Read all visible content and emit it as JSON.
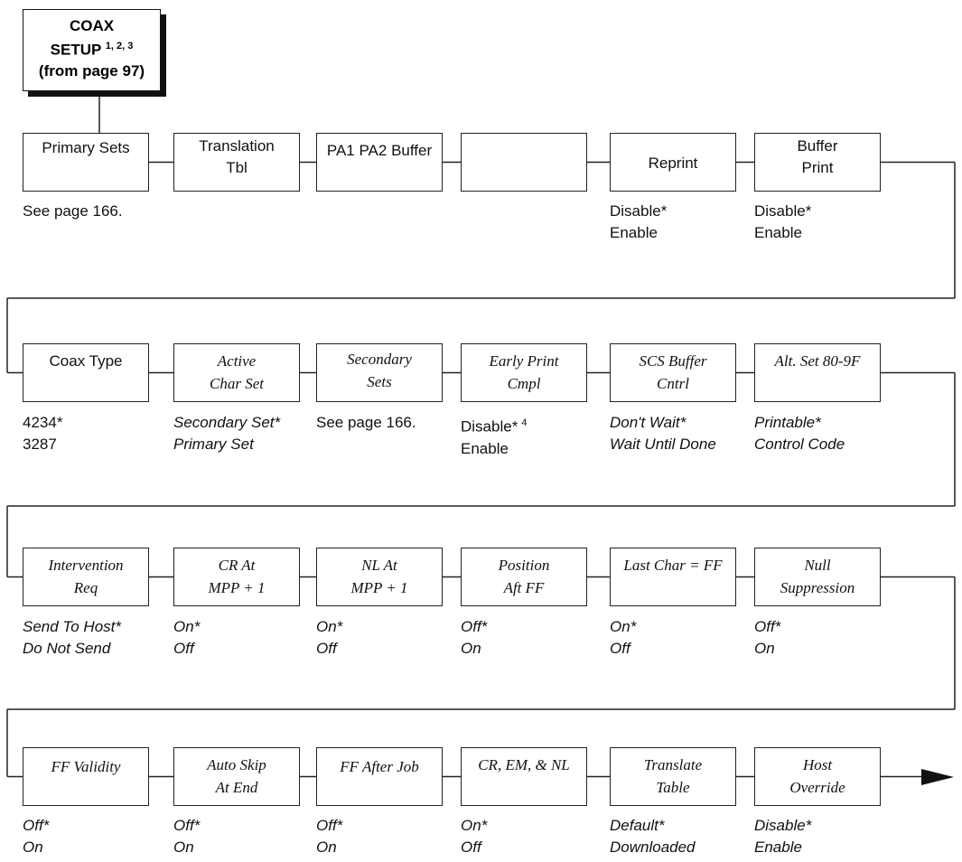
{
  "title": {
    "line1": "COAX",
    "line2": "SETUP",
    "line2_sup": "1, 2, 3",
    "line3": "(from page 97)"
  },
  "rows": [
    {
      "boxes": [
        {
          "label": [
            "Primary Sets"
          ],
          "style": "sans",
          "options": [
            "See page 166."
          ],
          "options_style": "sans"
        },
        {
          "label": [
            "Translation",
            "Tbl"
          ],
          "style": "sans",
          "options": [],
          "options_style": "sans"
        },
        {
          "label": [
            "PA1 PA2 Buffer"
          ],
          "style": "sans",
          "options": [],
          "options_style": "sans"
        },
        {
          "label": [],
          "style": "sans",
          "options": [],
          "options_style": "sans"
        },
        {
          "label": [
            "Reprint"
          ],
          "style": "sans",
          "options": [
            "Disable*",
            "Enable"
          ],
          "options_style": "sans"
        },
        {
          "label": [
            "Buffer",
            "Print"
          ],
          "style": "sans",
          "options": [
            "Disable*",
            "Enable"
          ],
          "options_style": "sans"
        }
      ]
    },
    {
      "boxes": [
        {
          "label": [
            "Coax Type"
          ],
          "style": "sans",
          "options": [
            "4234*",
            "3287"
          ],
          "options_style": "sans"
        },
        {
          "label": [
            "Active",
            "Char Set"
          ],
          "style": "serif",
          "options": [
            "Secondary Set*",
            "Primary Set"
          ],
          "options_style": "italic"
        },
        {
          "label": [
            "Secondary",
            "Sets"
          ],
          "style": "serif",
          "options": [
            "See page 166."
          ],
          "options_style": "sans"
        },
        {
          "label": [
            "Early Print",
            "Cmpl"
          ],
          "style": "serif",
          "options": [
            "Disable*",
            "Enable"
          ],
          "options_style": "sans",
          "options_sup": "4"
        },
        {
          "label": [
            "SCS Buffer",
            "Cntrl"
          ],
          "style": "serif",
          "options": [
            "Don't Wait*",
            "Wait Until Done"
          ],
          "options_style": "italic"
        },
        {
          "label": [
            "Alt. Set 80-9F"
          ],
          "style": "serif",
          "options": [
            "Printable*",
            "Control Code"
          ],
          "options_style": "italic"
        }
      ]
    },
    {
      "boxes": [
        {
          "label": [
            "Intervention",
            "Req"
          ],
          "style": "serif",
          "options": [
            "Send To Host*",
            "Do Not Send"
          ],
          "options_style": "italic"
        },
        {
          "label": [
            "CR At",
            "MPP + 1"
          ],
          "style": "serif",
          "options": [
            "On*",
            "Off"
          ],
          "options_style": "italic"
        },
        {
          "label": [
            "NL At",
            "MPP + 1"
          ],
          "style": "serif",
          "options": [
            "On*",
            "Off"
          ],
          "options_style": "italic"
        },
        {
          "label": [
            "Position",
            "Aft FF"
          ],
          "style": "serif",
          "options": [
            "Off*",
            "On"
          ],
          "options_style": "italic"
        },
        {
          "label": [
            "Last Char = FF"
          ],
          "style": "serif",
          "options": [
            "On*",
            "Off"
          ],
          "options_style": "italic"
        },
        {
          "label": [
            "Null",
            "Suppression"
          ],
          "style": "serif",
          "options": [
            "Off*",
            "On"
          ],
          "options_style": "italic"
        }
      ]
    },
    {
      "boxes": [
        {
          "label": [
            "FF Validity"
          ],
          "style": "serif",
          "options": [
            "Off*",
            "On"
          ],
          "options_style": "italic"
        },
        {
          "label": [
            "Auto Skip",
            "At End"
          ],
          "style": "serif",
          "options": [
            "Off*",
            "On"
          ],
          "options_style": "italic"
        },
        {
          "label": [
            "FF After Job"
          ],
          "style": "serif",
          "options": [
            "Off*",
            "On"
          ],
          "options_style": "italic"
        },
        {
          "label": [
            "CR, EM, & NL"
          ],
          "style": "serif",
          "options": [
            "On*",
            "Off"
          ],
          "options_style": "italic"
        },
        {
          "label": [
            "Translate",
            "Table"
          ],
          "style": "serif",
          "options": [
            "Default*",
            "Downloaded"
          ],
          "options_style": "italic"
        },
        {
          "label": [
            "Host",
            "Override"
          ],
          "style": "serif",
          "options": [
            "Disable*",
            "Enable"
          ],
          "options_style": "italic"
        }
      ]
    }
  ]
}
